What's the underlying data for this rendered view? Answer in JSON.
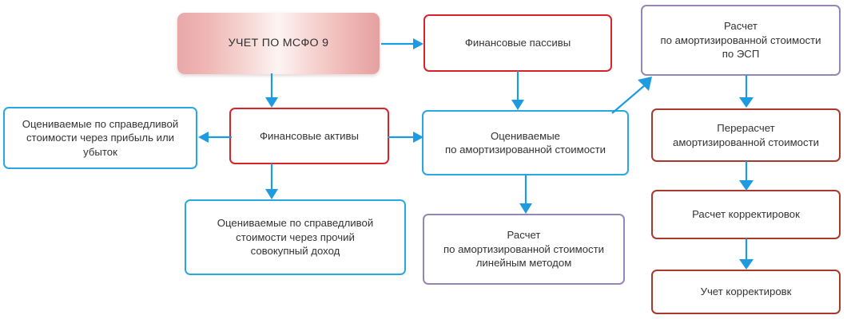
{
  "diagram": {
    "title": "УЧЕТ ПО МСФО 9",
    "colors": {
      "arrow": "#1e9be0",
      "blue_border": "#29a8e0",
      "red_border": "#d8232a",
      "purple_border": "#9487b8",
      "brown_border": "#a83a2b",
      "title_gradient_from": "#e8a8a8",
      "title_gradient_mid": "#fdf4f2",
      "title_gradient_to": "#e5a09f",
      "text": "#333333",
      "background": "#ffffff"
    },
    "nodes": [
      {
        "id": "uchet-msfo-9",
        "label": "УЧЕТ ПО МСФО 9"
      },
      {
        "id": "finansovye-passivy",
        "label": "Финансовые пассивы"
      },
      {
        "id": "raschet-esp",
        "label": "Расчет\nпо амортизированной стоимости\nпо ЭСП"
      },
      {
        "id": "ocenivaemye-sprav-pu",
        "label": "Оцениваемые по справедливой\nстоимости через прибыль или\nубыток"
      },
      {
        "id": "finansovye-aktivy",
        "label": "Финансовые активы"
      },
      {
        "id": "ocenivaemye-amort",
        "label": "Оцениваемые\nпо амортизированной стоимости"
      },
      {
        "id": "pereraschet-amort",
        "label": "Перерасчет\nамортизированной стоимости"
      },
      {
        "id": "ocenivaemye-sprav-sd",
        "label": "Оцениваемые по справедливой\nстоимости через прочий\nсовокупный доход"
      },
      {
        "id": "raschet-lineyniy",
        "label": "Расчет\nпо амортизированной стоимости\nлинейным методом"
      },
      {
        "id": "raschet-korrektirovok",
        "label": "Расчет корректировок"
      },
      {
        "id": "uchet-korrektirovk",
        "label": "Учет корректировк"
      }
    ],
    "edges": [
      {
        "from": "uchet-msfo-9",
        "to": "finansovye-passivy",
        "direction": "right"
      },
      {
        "from": "uchet-msfo-9",
        "to": "finansovye-aktivy",
        "direction": "down"
      },
      {
        "from": "finansovye-passivy",
        "to": "ocenivaemye-amort",
        "direction": "down"
      },
      {
        "from": "finansovye-aktivy",
        "to": "ocenivaemye-sprav-pu",
        "direction": "left"
      },
      {
        "from": "finansovye-aktivy",
        "to": "ocenivaemye-amort",
        "direction": "right"
      },
      {
        "from": "finansovye-aktivy",
        "to": "ocenivaemye-sprav-sd",
        "direction": "down"
      },
      {
        "from": "ocenivaemye-amort",
        "to": "raschet-lineyniy",
        "direction": "down"
      },
      {
        "from": "ocenivaemye-amort",
        "to": "raschet-esp",
        "direction": "diagonal-up-right"
      },
      {
        "from": "raschet-esp",
        "to": "pereraschet-amort",
        "direction": "down"
      },
      {
        "from": "pereraschet-amort",
        "to": "raschet-korrektirovok",
        "direction": "down"
      },
      {
        "from": "raschet-korrektirovok",
        "to": "uchet-korrektirovk",
        "direction": "down"
      }
    ]
  }
}
